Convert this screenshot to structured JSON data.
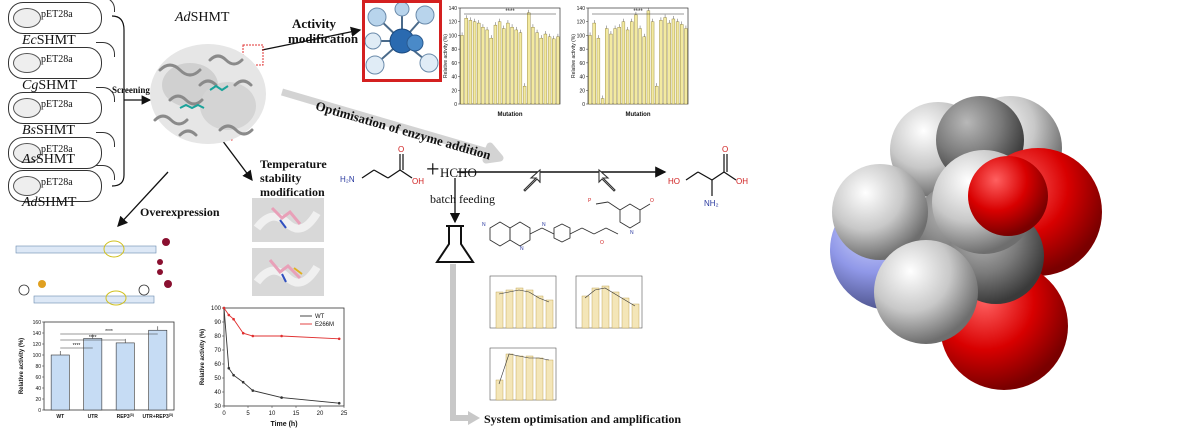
{
  "plasmids": [
    {
      "vector": "pET28a",
      "strain_prefix": "Ec",
      "strain_suffix": "SHMT"
    },
    {
      "vector": "pET28a",
      "strain_prefix": "Cg",
      "strain_suffix": "SHMT"
    },
    {
      "vector": "pET28a",
      "strain_prefix": "Bs",
      "strain_suffix": "SHMT"
    },
    {
      "vector": "pET28a",
      "strain_prefix": "As",
      "strain_suffix": "SHMT"
    },
    {
      "vector": "pET28a",
      "strain_prefix": "Ad",
      "strain_suffix": "SHMT"
    }
  ],
  "labels": {
    "protein_prefix": "Ad",
    "protein_suffix": "SHMT",
    "screening": "Screening",
    "activity_modification_line1": "Activity",
    "activity_modification_line2": "modification",
    "optimisation_enzyme": "Optimisation of enzyme addition",
    "temperature_line1": "Temperature",
    "temperature_line2": "stability",
    "temperature_line3": "modification",
    "overexpression": "Overexpression",
    "plus": "+",
    "hcho": "HCHO",
    "batch_feeding": "batch feeding",
    "system_optimisation": "System optimisation and amplification"
  },
  "molecules": {
    "glycine": {
      "nh2": "H₂N",
      "oh": "OH",
      "o": "O"
    },
    "serine": {
      "ho": "HO",
      "oh": "OH",
      "o": "O",
      "nh2": "NH₂"
    }
  },
  "chart_data": [
    {
      "type": "bar",
      "title": "",
      "ylabel": "Relative activity (%)",
      "xlabel": "Mutation",
      "ylim": [
        0,
        140
      ],
      "yticks": [
        0,
        20,
        40,
        60,
        80,
        100,
        120,
        140
      ],
      "significance": "****",
      "values": [
        100,
        125,
        122,
        120,
        118,
        112,
        108,
        96,
        115,
        120,
        110,
        118,
        112,
        108,
        104,
        26,
        133,
        112,
        104,
        96,
        102,
        98,
        95,
        98
      ]
    },
    {
      "type": "bar",
      "title": "",
      "ylabel": "Relative activity (%)",
      "xlabel": "Mutation",
      "ylim": [
        0,
        140
      ],
      "yticks": [
        0,
        20,
        40,
        60,
        80,
        100,
        120,
        140
      ],
      "significance": "****",
      "values": [
        100,
        118,
        96,
        8,
        110,
        102,
        110,
        112,
        120,
        108,
        120,
        130,
        110,
        98,
        136,
        120,
        26,
        122,
        126,
        118,
        124,
        120,
        116,
        110
      ]
    },
    {
      "type": "bar",
      "title": "",
      "ylabel": "Relative activity (%)",
      "xlabel": "",
      "ylim": [
        0,
        160
      ],
      "yticks": [
        0,
        20,
        40,
        60,
        80,
        100,
        120,
        140,
        160
      ],
      "categories": [
        "WT",
        "UTR",
        "REP3",
        "UTR+REP3"
      ],
      "category_sup": [
        "",
        "",
        "(3)",
        "(3)"
      ],
      "values": [
        100,
        130,
        122,
        145
      ],
      "significance": [
        "****",
        "****",
        "****"
      ]
    },
    {
      "type": "line",
      "xlabel": "Time (h)",
      "ylabel": "Relative activity (%)",
      "xlim": [
        0,
        25
      ],
      "ylim": [
        30,
        100
      ],
      "xticks": [
        0,
        5,
        10,
        15,
        20,
        25
      ],
      "yticks": [
        30,
        40,
        50,
        60,
        70,
        80,
        90,
        100
      ],
      "legend_position": "top-right",
      "series": [
        {
          "name": "WT",
          "color": "#333333",
          "x": [
            0,
            1,
            2,
            4,
            6,
            12,
            24
          ],
          "y": [
            100,
            57,
            52,
            47,
            41,
            36,
            32
          ]
        },
        {
          "name": "E266M",
          "color": "#e03030",
          "x": [
            0,
            1,
            2,
            4,
            6,
            12,
            24
          ],
          "y": [
            100,
            95,
            92,
            82,
            80,
            80,
            78
          ]
        }
      ]
    }
  ]
}
